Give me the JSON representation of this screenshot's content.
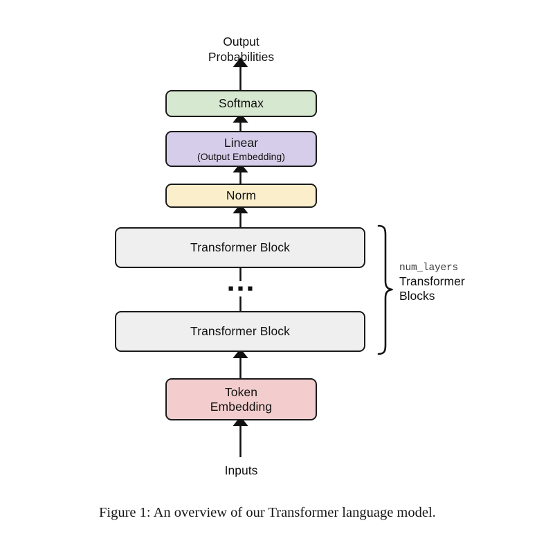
{
  "figure": {
    "caption": "Figure 1: An overview of our Transformer language model.",
    "top_label": "Output\nProbabilities",
    "top_label_line1": "Output",
    "top_label_line2": "Probabilities",
    "bottom_label": "Inputs"
  },
  "diagram": {
    "type": "flowchart",
    "direction": "bottom-to-top",
    "nodes": [
      {
        "id": "token-embedding",
        "label_line1": "Token",
        "label_line2": "Embedding",
        "fill": "#f3cdcd",
        "stroke": "#1a1a1a"
      },
      {
        "id": "transformer-block-bottom",
        "label_line1": "Transformer Block",
        "label_line2": "",
        "fill": "#efefef",
        "stroke": "#1a1a1a"
      },
      {
        "id": "ellipsis",
        "label_line1": "...",
        "label_line2": "",
        "fill": "none",
        "stroke": "#1a1a1a"
      },
      {
        "id": "transformer-block-top",
        "label_line1": "Transformer Block",
        "label_line2": "",
        "fill": "#efefef",
        "stroke": "#1a1a1a"
      },
      {
        "id": "norm",
        "label_line1": "Norm",
        "label_line2": "",
        "fill": "#fbeecb",
        "stroke": "#1a1a1a"
      },
      {
        "id": "linear",
        "label_line1": "Linear",
        "label_line2": "(Output Embedding)",
        "fill": "#d5cde9",
        "stroke": "#1a1a1a"
      },
      {
        "id": "softmax",
        "label_line1": "Softmax",
        "label_line2": "",
        "fill": "#d7e8d0",
        "stroke": "#1a1a1a"
      }
    ],
    "annotation": {
      "brace_label_mono": "num_layers",
      "brace_label_line1": "Transformer",
      "brace_label_line2": "Blocks",
      "brace_side": "right",
      "brace_covers": [
        "transformer-block-top",
        "ellipsis",
        "transformer-block-bottom"
      ]
    },
    "edges": [
      {
        "from": "Inputs",
        "to": "Token Embedding",
        "arrow": true
      },
      {
        "from": "Token Embedding",
        "to": "Transformer Block",
        "arrow": true
      },
      {
        "from": "Transformer Block",
        "to": "Transformer Block",
        "arrow": false
      },
      {
        "from": "Transformer Block",
        "to": "Norm",
        "arrow": true
      },
      {
        "from": "Norm",
        "to": "Linear",
        "arrow": true
      },
      {
        "from": "Linear",
        "to": "Softmax",
        "arrow": true
      },
      {
        "from": "Softmax",
        "to": "Output Probabilities",
        "arrow": true
      }
    ]
  },
  "icons": {
    "arrow_up": "arrow-up-icon",
    "brace": "curly-brace-icon",
    "ellipsis": "horizontal-ellipsis-icon"
  }
}
